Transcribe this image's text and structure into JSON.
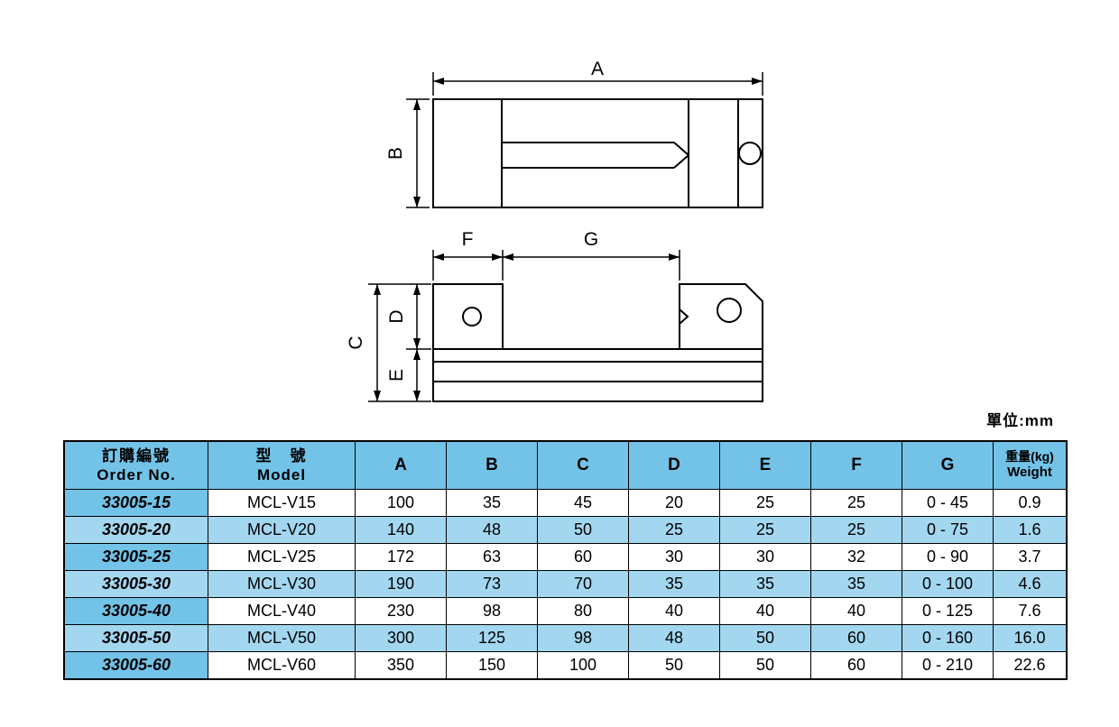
{
  "unit_note": "單位:mm",
  "diagram": {
    "labels": {
      "A": "A",
      "B": "B",
      "C": "C",
      "D": "D",
      "E": "E",
      "F": "F",
      "G": "G"
    }
  },
  "table": {
    "headers": [
      {
        "line1": "訂購編號",
        "line2": "Order No."
      },
      {
        "line1": "型　號",
        "line2": "Model"
      },
      {
        "line1": "A"
      },
      {
        "line1": "B"
      },
      {
        "line1": "C"
      },
      {
        "line1": "D"
      },
      {
        "line1": "E"
      },
      {
        "line1": "F"
      },
      {
        "line1": "G"
      },
      {
        "line1": "重量(kg)",
        "line2": "Weight"
      }
    ],
    "rows": [
      [
        "33005-15",
        "MCL-V15",
        "100",
        "35",
        "45",
        "20",
        "25",
        "25",
        "0 - 45",
        "0.9"
      ],
      [
        "33005-20",
        "MCL-V20",
        "140",
        "48",
        "50",
        "25",
        "25",
        "25",
        "0 - 75",
        "1.6"
      ],
      [
        "33005-25",
        "MCL-V25",
        "172",
        "63",
        "60",
        "30",
        "30",
        "32",
        "0 - 90",
        "3.7"
      ],
      [
        "33005-30",
        "MCL-V30",
        "190",
        "73",
        "70",
        "35",
        "35",
        "35",
        "0 - 100",
        "4.6"
      ],
      [
        "33005-40",
        "MCL-V40",
        "230",
        "98",
        "80",
        "40",
        "40",
        "40",
        "0 - 125",
        "7.6"
      ],
      [
        "33005-50",
        "MCL-V50",
        "300",
        "125",
        "98",
        "48",
        "50",
        "60",
        "0 - 160",
        "16.0"
      ],
      [
        "33005-60",
        "MCL-V60",
        "350",
        "150",
        "100",
        "50",
        "50",
        "60",
        "0 - 210",
        "22.6"
      ]
    ]
  },
  "colors": {
    "header_blue": "#73c3e8",
    "row_blue": "#a3d7f0",
    "border": "#000000",
    "background": "#ffffff"
  }
}
